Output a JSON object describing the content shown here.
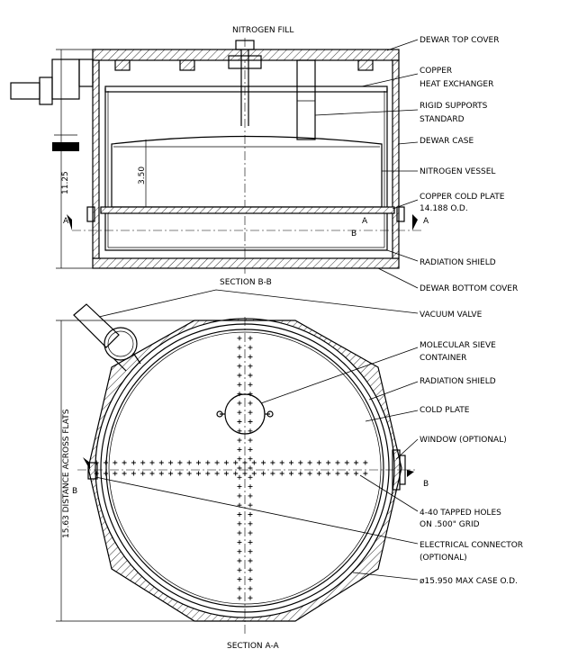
{
  "section_bb": {
    "top_label": "NITROGEN FILL",
    "title": "SECTION B-B",
    "dims": {
      "height": "11.25",
      "vessel_height": "3.50"
    },
    "markers": {
      "cut_left": "A",
      "cut_right": "A",
      "small_a": "A",
      "small_b": "B"
    },
    "callouts": [
      {
        "line1": "DEWAR TOP COVER",
        "line2": ""
      },
      {
        "line1": "COPPER",
        "line2": "HEAT EXCHANGER"
      },
      {
        "line1": "RIGID SUPPORTS",
        "line2": "STANDARD"
      },
      {
        "line1": "DEWAR CASE",
        "line2": ""
      },
      {
        "line1": "NITROGEN VESSEL",
        "line2": ""
      },
      {
        "line1": "COPPER COLD PLATE",
        "line2": "14.188 O.D."
      },
      {
        "line1": "RADIATION SHIELD",
        "line2": ""
      },
      {
        "line1": "DEWAR BOTTOM COVER",
        "line2": ""
      }
    ]
  },
  "section_aa": {
    "title": "SECTION A-A",
    "dims": {
      "across_flats": "15.63 DISTANCE ACROSS FLATS"
    },
    "markers": {
      "cut_left": "B",
      "cut_right": "B"
    },
    "callouts": [
      {
        "line1": "VACUUM VALVE",
        "line2": ""
      },
      {
        "line1": "MOLECULAR SIEVE",
        "line2": "CONTAINER"
      },
      {
        "line1": "RADIATION SHIELD",
        "line2": ""
      },
      {
        "line1": "COLD PLATE",
        "line2": ""
      },
      {
        "line1": "WINDOW (OPTIONAL)",
        "line2": ""
      },
      {
        "line1": "4-40 TAPPED HOLES",
        "line2": "ON .500\" GRID"
      },
      {
        "line1": "ELECTRICAL CONNECTOR",
        "line2": "(OPTIONAL)"
      },
      {
        "line1": "ø15.950 MAX CASE O.D.",
        "line2": ""
      }
    ]
  }
}
